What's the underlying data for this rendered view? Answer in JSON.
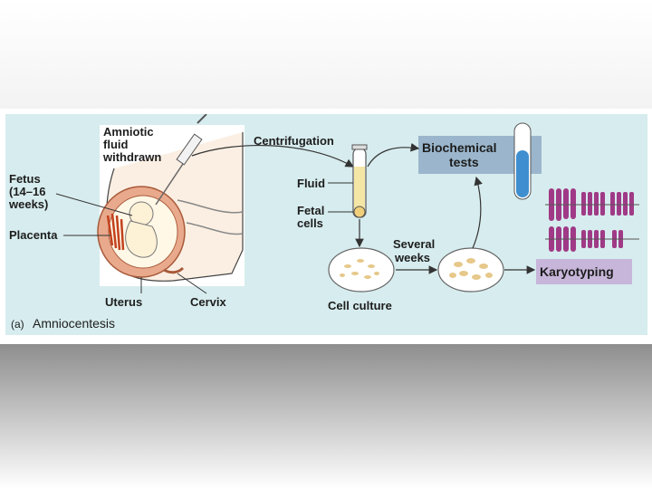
{
  "figure": {
    "labels": {
      "amniotic_1": "Amniotic",
      "amniotic_2": "fluid",
      "amniotic_3": "withdrawn",
      "fetus_1": "Fetus",
      "fetus_2": "(14–16",
      "fetus_3": "weeks)",
      "placenta": "Placenta",
      "uterus": "Uterus",
      "cervix": "Cervix",
      "caption_prefix": "(a)",
      "caption": "Amniocentesis",
      "centrifugation": "Centrifugation",
      "fluid": "Fluid",
      "fetal_1": "Fetal",
      "fetal_2": "cells",
      "biochem_1": "Biochemical",
      "biochem_2": "tests",
      "several_1": "Several",
      "several_2": "weeks",
      "cell_culture": "Cell culture",
      "karyotyping": "Karyotyping"
    },
    "colors": {
      "panel_bg": "#d7ecee",
      "biochem_box": "#9bb6cc",
      "karyotype_box": "#c7b6d9",
      "chromosome": "#a03a86",
      "placenta": "#d9582a",
      "uterus_wall": "#e9a98c",
      "tube_fluid": "#f4e7a6",
      "test_tube_blue": "#3f8fd0"
    }
  }
}
